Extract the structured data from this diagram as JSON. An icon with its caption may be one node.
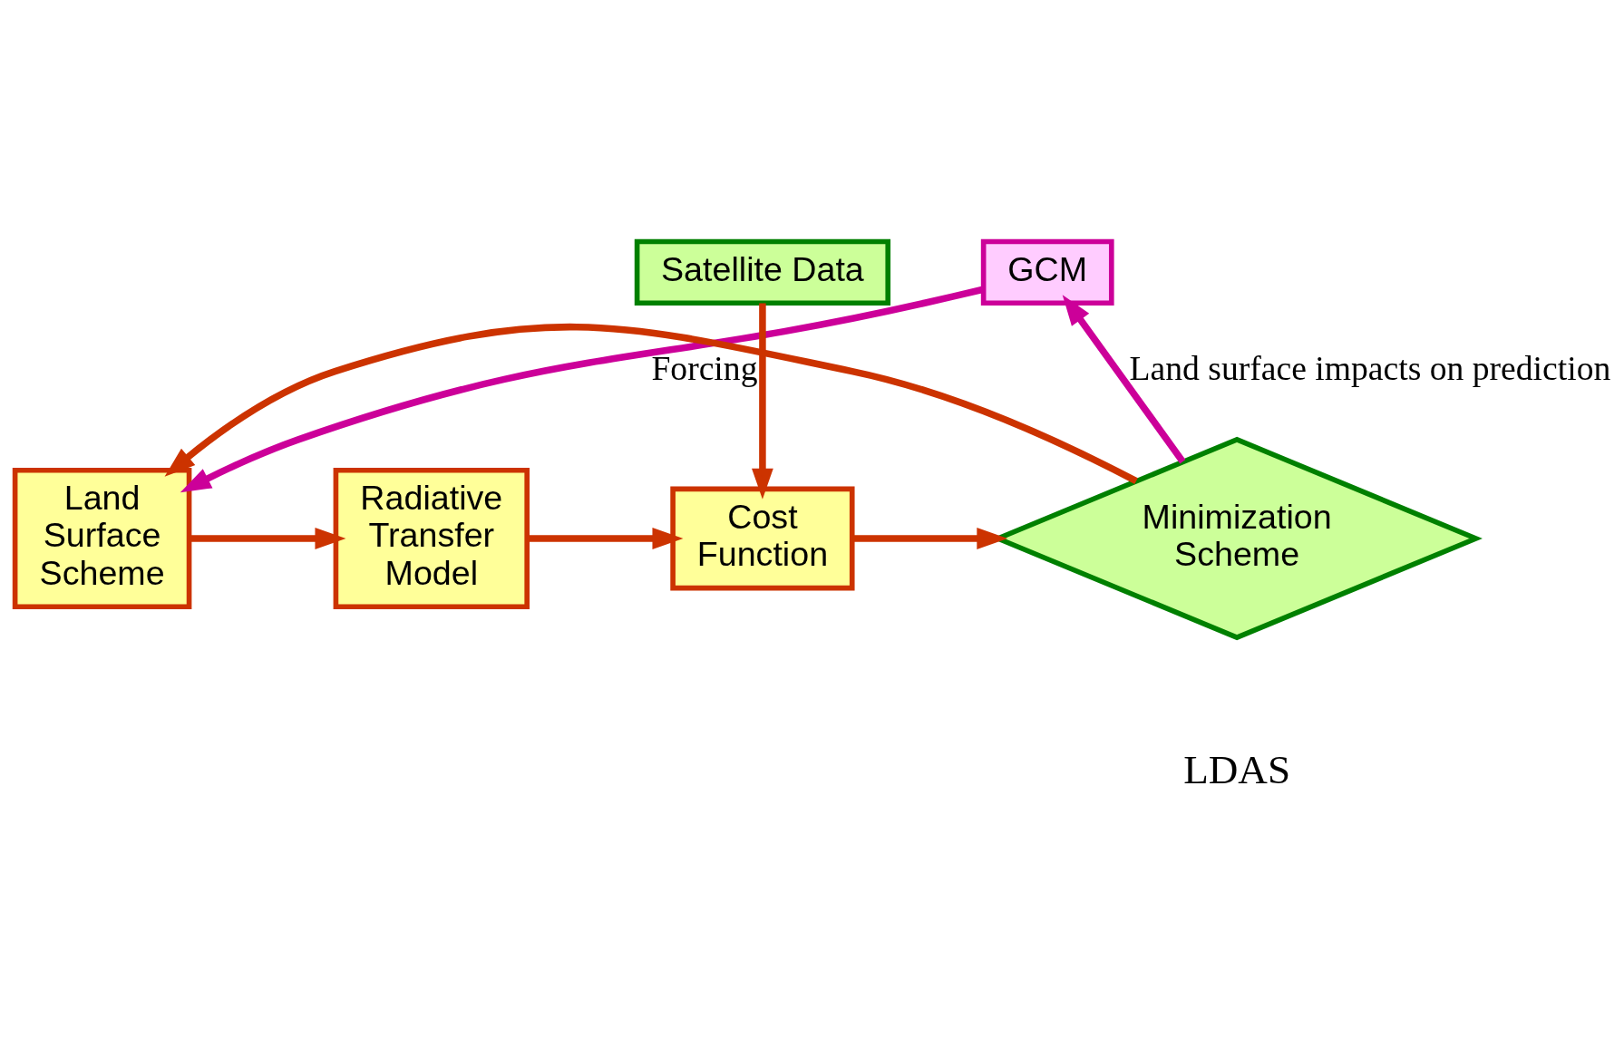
{
  "diagram": {
    "nodes": [
      {
        "text": [
          "GCM"
        ]
      },
      {
        "text": [
          "Land Surface Scheme"
        ]
      },
      {
        "text": [
          "Radiative Transfer Model"
        ]
      },
      {
        "text": [
          "Satellite Data"
        ]
      },
      {
        "text": [
          "Cost Function"
        ]
      },
      {
        "text": [
          "Minimization Scheme"
        ]
      }
    ],
    "edges": [
      {
        "from": 0,
        "to": 1,
        "arrow": "to",
        "label": "Forcing",
        "color": "#cc0099"
      },
      {
        "from": 1,
        "to": 2,
        "arrow": "to"
      },
      {
        "from": 2,
        "to": 4,
        "arrow": "to"
      },
      {
        "from": 3,
        "to": 4,
        "arrow": "to"
      },
      {
        "from": 4,
        "to": 5,
        "arrow": "to"
      },
      {
        "from": 5,
        "to": 1,
        "arrow": "to"
      },
      {
        "from": 5,
        "to": 0,
        "arrow": "to",
        "label": "Land surface impacts on prediction",
        "color": "#cc0099"
      }
    ],
    "labels": [
      "LDAS"
    ]
  }
}
